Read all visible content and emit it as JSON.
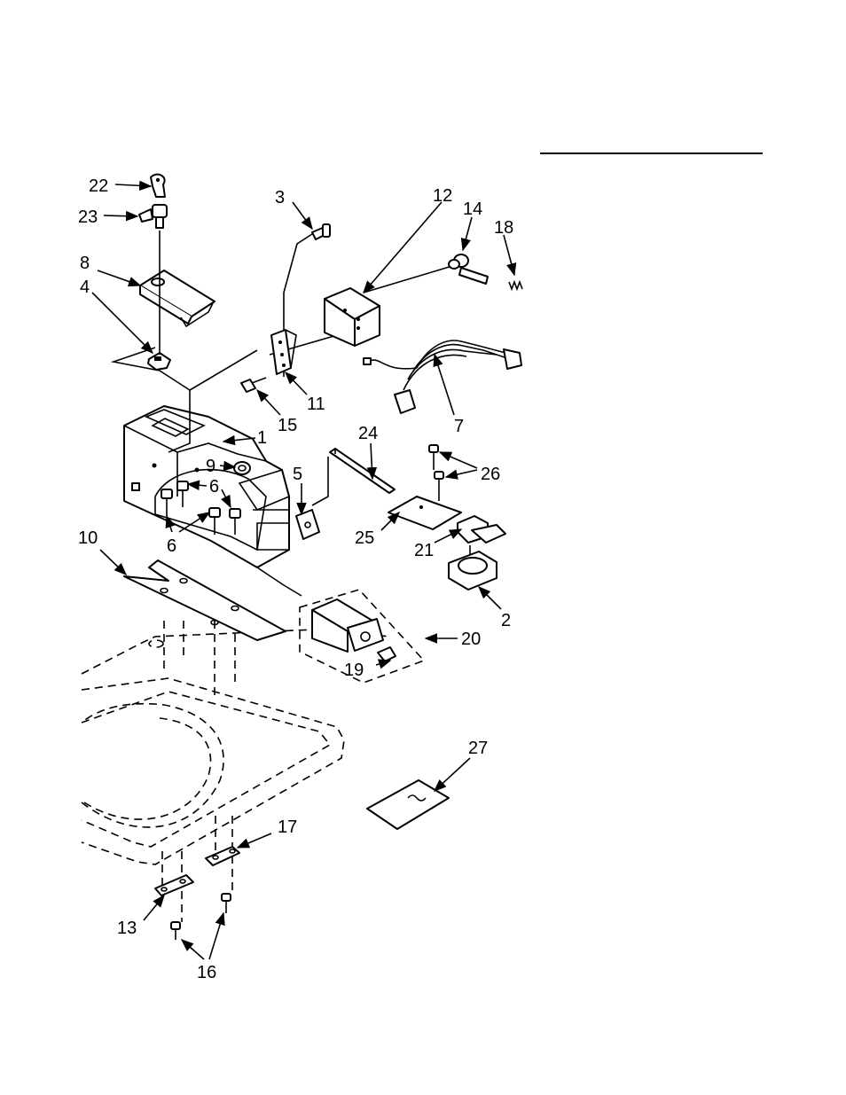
{
  "diagram": {
    "description_line": "",
    "callouts": [
      {
        "id": "c22",
        "label": "22"
      },
      {
        "id": "c23",
        "label": "23"
      },
      {
        "id": "c3",
        "label": "3"
      },
      {
        "id": "c12",
        "label": "12"
      },
      {
        "id": "c14",
        "label": "14"
      },
      {
        "id": "c18",
        "label": "18"
      },
      {
        "id": "c8",
        "label": "8"
      },
      {
        "id": "c4",
        "label": "4"
      },
      {
        "id": "c11",
        "label": "11"
      },
      {
        "id": "c15",
        "label": "15"
      },
      {
        "id": "c7",
        "label": "7"
      },
      {
        "id": "c1",
        "label": "1"
      },
      {
        "id": "c9",
        "label": "9"
      },
      {
        "id": "c6a",
        "label": "6"
      },
      {
        "id": "c6b",
        "label": "6"
      },
      {
        "id": "c5",
        "label": "5"
      },
      {
        "id": "c24",
        "label": "24"
      },
      {
        "id": "c26",
        "label": "26"
      },
      {
        "id": "c25",
        "label": "25"
      },
      {
        "id": "c21",
        "label": "21"
      },
      {
        "id": "c10",
        "label": "10"
      },
      {
        "id": "c2",
        "label": "2"
      },
      {
        "id": "c20",
        "label": "20"
      },
      {
        "id": "c19",
        "label": "19"
      },
      {
        "id": "c27",
        "label": "27"
      },
      {
        "id": "c17",
        "label": "17"
      },
      {
        "id": "c13",
        "label": "13"
      },
      {
        "id": "c16",
        "label": "16"
      }
    ]
  },
  "colors": {
    "ink": "#000000",
    "paper": "#ffffff"
  }
}
